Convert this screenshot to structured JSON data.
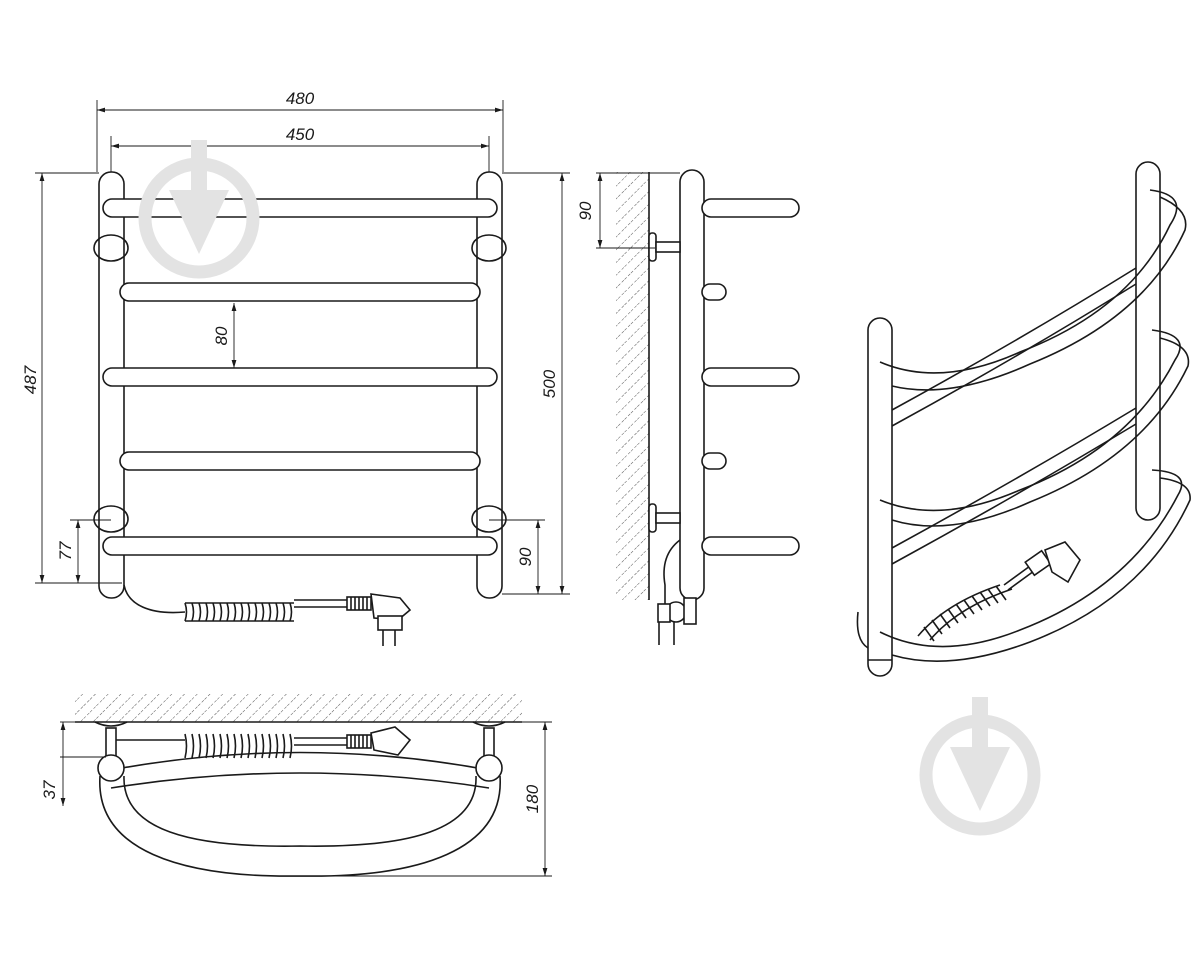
{
  "dimensions": {
    "overall_width": "480",
    "post_spacing": "450",
    "overall_height_left": "487",
    "overall_height_right": "500",
    "rung_spacing": "80",
    "top_mount_offset": "90",
    "bottom_mount_offset_right": "90",
    "bottom_mount_offset_left": "77",
    "wall_distance": "37",
    "depth": "180"
  },
  "colors": {
    "stroke": "#1a1a1a",
    "watermark": "#e3e3e3",
    "background": "#ffffff"
  },
  "icons": {
    "watermark": "shield-arrow-down-icon",
    "plug": "euro-plug-icon"
  }
}
